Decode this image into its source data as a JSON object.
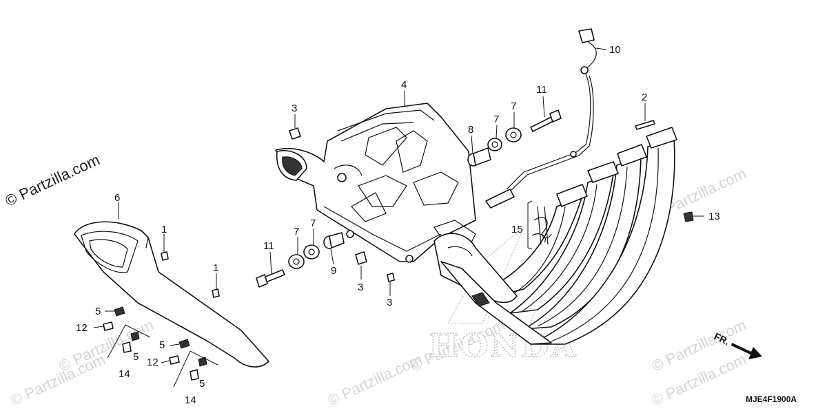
{
  "callouts": {
    "c1a": "1",
    "c1b": "1",
    "c2": "2",
    "c3a": "3",
    "c3b": "3",
    "c3c": "3",
    "c4": "4",
    "c5a": "5",
    "c5b": "5",
    "c5c": "5",
    "c5d": "5",
    "c6": "6",
    "c7a": "7",
    "c7b": "7",
    "c7c": "7",
    "c7d": "7",
    "c8": "8",
    "c9": "9",
    "c10": "10",
    "c11a": "11",
    "c11b": "11",
    "c12a": "12",
    "c12b": "12",
    "c13": "13",
    "c14a": "14",
    "c14b": "14",
    "c15": "15"
  },
  "watermark": {
    "side_text": "© Partzilla.com",
    "tile_text": "© Partzilla.com"
  },
  "brand_outline": "HONDA",
  "direction_label": "FR.",
  "diagram_code": "MJE4F1900A"
}
